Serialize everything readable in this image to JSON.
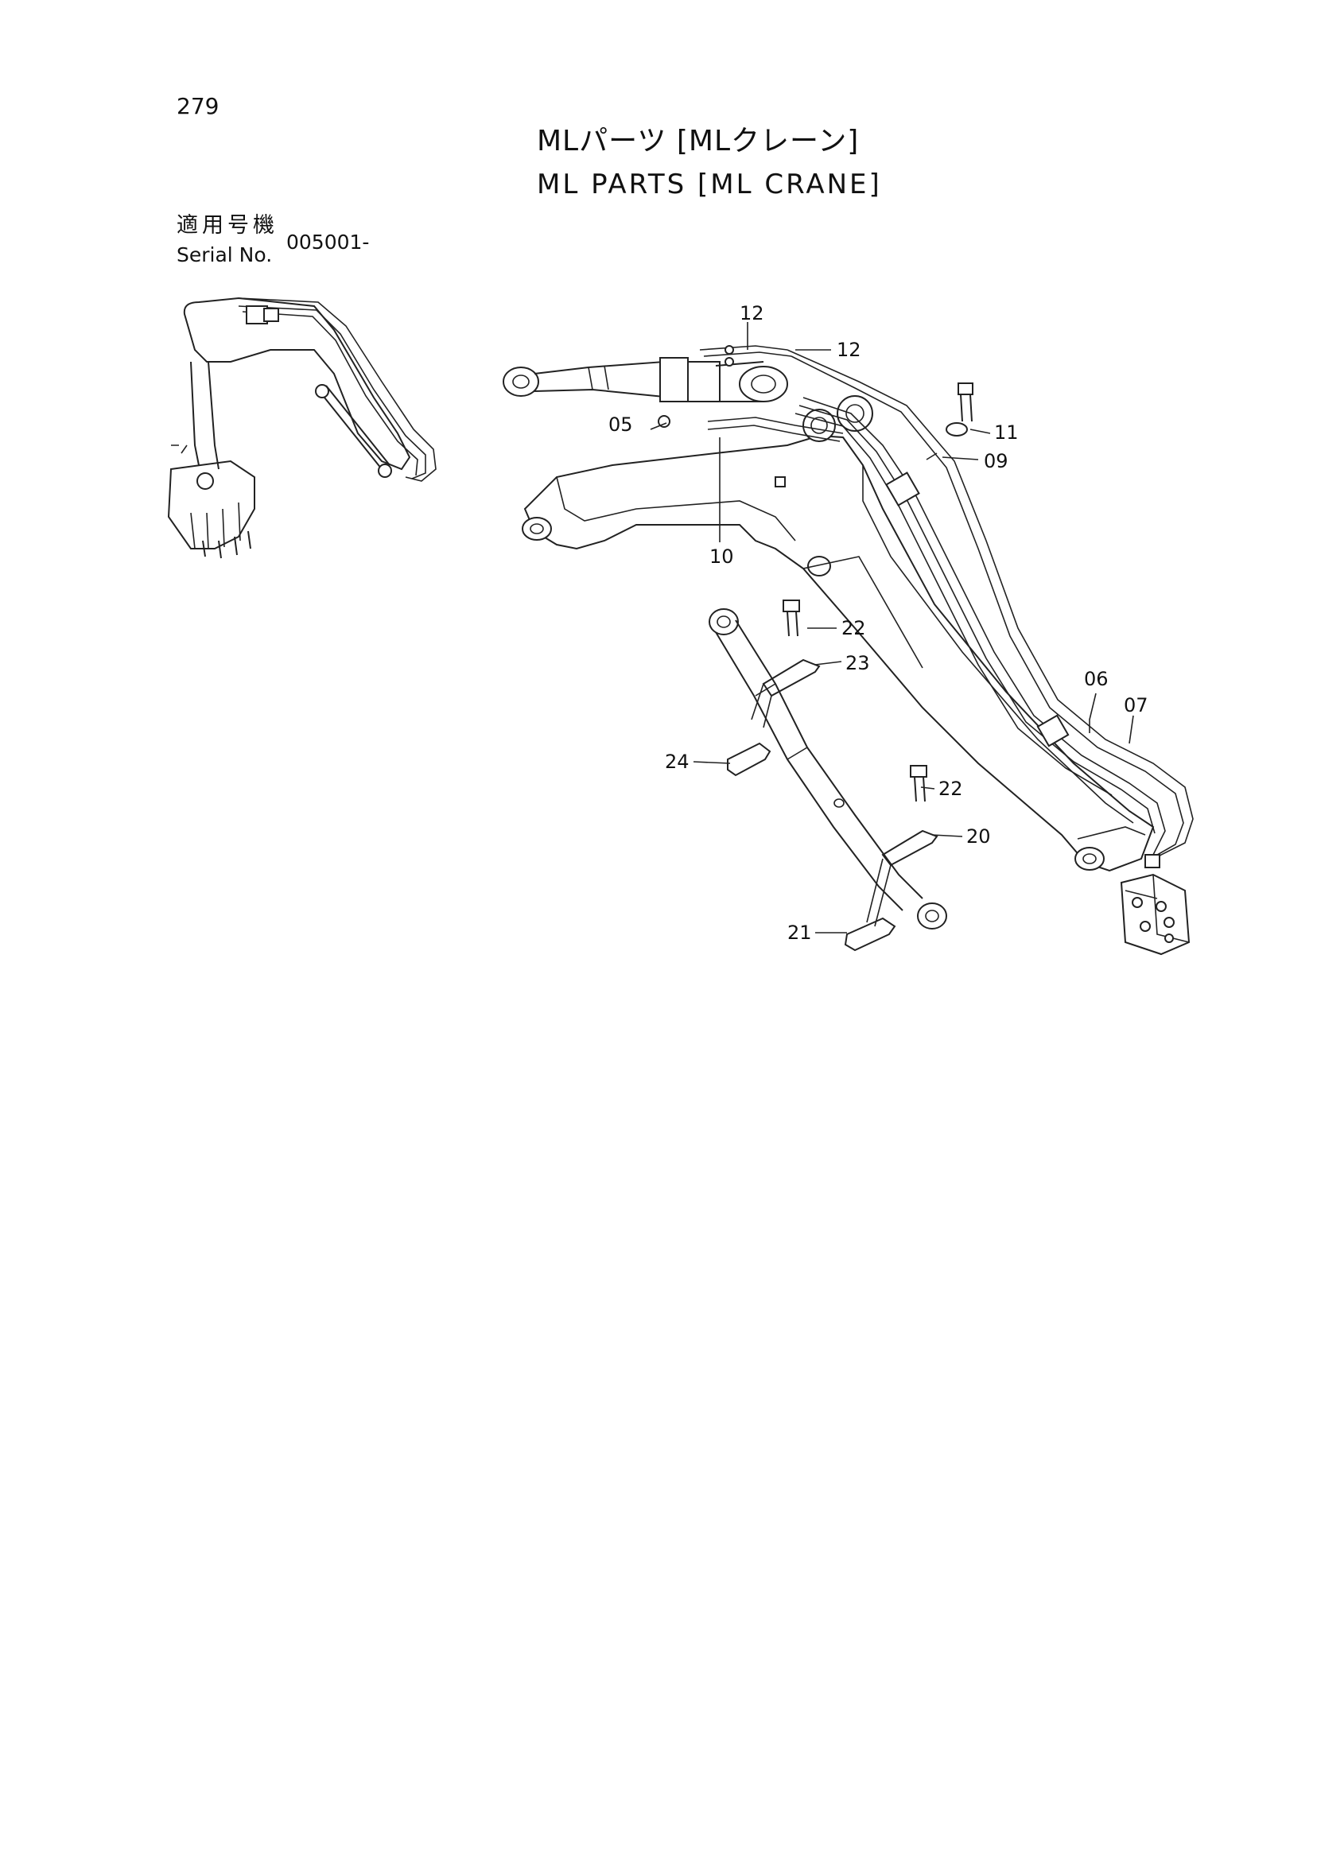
{
  "header": {
    "page_number": "279",
    "title_jp": "MLパーツ [MLクレーン]",
    "title_en": "ML PARTS [ML CRANE]"
  },
  "serial": {
    "label_jp": "適用号機",
    "label_en": "Serial No.",
    "value": "005001-"
  },
  "callouts": {
    "c12a": "12",
    "c12b": "12",
    "c05": "05",
    "c11": "11",
    "c09": "09",
    "c10": "10",
    "c22a": "22",
    "c23": "23",
    "c24": "24",
    "c22b": "22",
    "c20": "20",
    "c21": "21",
    "c06": "06",
    "c07": "07"
  }
}
